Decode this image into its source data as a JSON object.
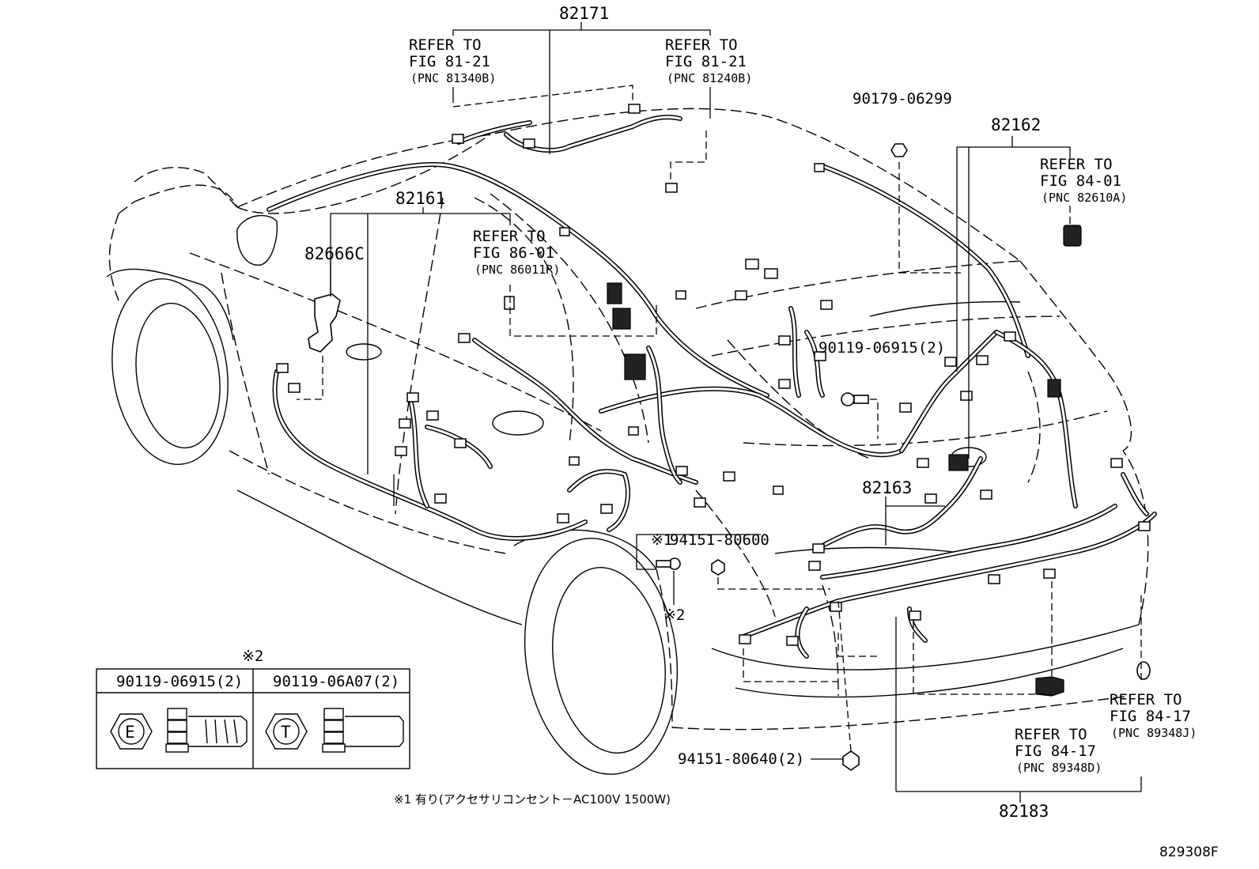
{
  "diagram": {
    "figure_id": "829308F",
    "part_numbers": {
      "harness_roof": "82171",
      "harness_floor_front": "82161",
      "harness_back_door": "82162",
      "harness_floor_rear": "82163",
      "harness_bumper": "82183",
      "bracket": "82666C",
      "bolt_top": "90179-06299",
      "bolt_mid": "90119-06915(2)",
      "nut_mid": "94151-80600",
      "nut_bottom": "94151-80640(2)"
    },
    "nut_mid_mark": "※1",
    "nut_bolt_mark": "※2",
    "refer_notes": [
      {
        "line1": "REFER TO",
        "line2": "FIG 81-21",
        "pnc": "(PNC 81340B)"
      },
      {
        "line1": "REFER TO",
        "line2": "FIG 81-21",
        "pnc": "(PNC 81240B)"
      },
      {
        "line1": "REFER TO",
        "line2": "FIG 84-01",
        "pnc": "(PNC 82610A)"
      },
      {
        "line1": "REFER TO",
        "line2": "FIG 86-01",
        "pnc": "(PNC 86011R)"
      },
      {
        "line1": "REFER TO",
        "line2": "FIG 84-17",
        "pnc": "(PNC 89348J)"
      },
      {
        "line1": "REFER TO",
        "line2": "FIG 84-17",
        "pnc": "(PNC 89348D)"
      }
    ],
    "inset": {
      "mark": "※2",
      "col1_part": "90119-06915(2)",
      "col1_symbol": "E",
      "col2_part": "90119-06A07(2)",
      "col2_symbol": "T"
    },
    "footnote": "※1 有り(アクセサリコンセント－AC100V 1500W)"
  }
}
